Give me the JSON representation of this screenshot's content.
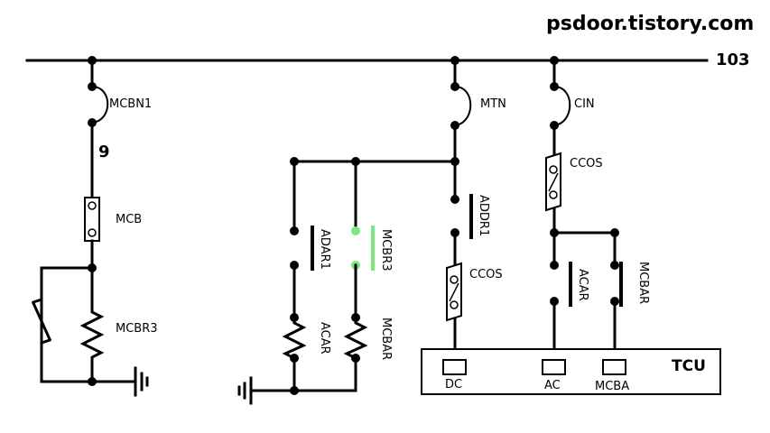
{
  "site_title": "psdoor.tistory.com",
  "wire_number": "103",
  "node_number": "9",
  "labels": {
    "mcbn1": "MCBN1",
    "mcb": "MCB",
    "mcbr3_left": "MCBR3",
    "mtn": "MTN",
    "cin": "CIN",
    "ccos_right": "CCOS",
    "addr1": "ADDR1",
    "ccos_mid": "CCOS",
    "adar1": "ADAR1",
    "mcbr3_green": "MCBR3",
    "acar_coil": "ACAR",
    "mcbar_coil": "MCBAR",
    "acar_contact": "ACAR",
    "mcbar_contact": "MCBAR"
  },
  "tcu": {
    "title": "TCU",
    "terminals": [
      "DC",
      "AC",
      "MCBA"
    ]
  },
  "colors": {
    "line": "#000000",
    "highlight": "#7be87b"
  }
}
